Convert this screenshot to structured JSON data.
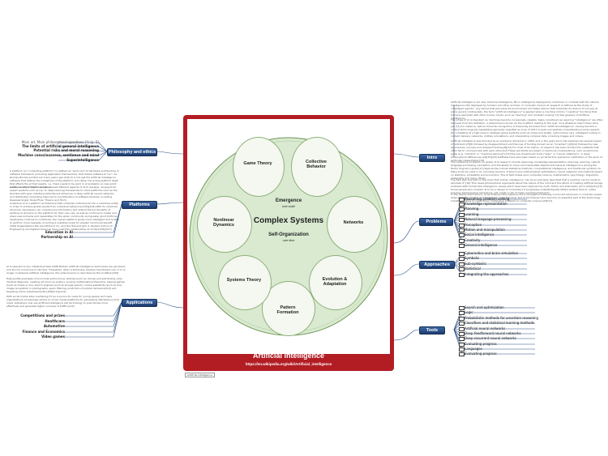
{
  "center": {
    "title": "Artificial intelligence",
    "url": "https://en.wikipedia.org/wiki/Artificial_intelligence",
    "credit": "Artificial intelligence",
    "diagram": {
      "main": "Complex Systems",
      "emergence": "Emergence",
      "emergence_sub": "over scale",
      "selforg": "Self-Organization",
      "selforg_sub": "over time",
      "petals": [
        "Game Theory",
        "Collective Behavior",
        "Networks",
        "Evolution & Adaptation",
        "Pattern Formation",
        "Systems Theory",
        "Nonlinear Dynamics"
      ]
    }
  },
  "nodes": {
    "philosophy": "Philosophy and ethics",
    "platforms": "Platforms",
    "applications": "Applications",
    "intro": "Intro",
    "problems": "Problems",
    "approaches": "Approaches",
    "tools": "Tools"
  },
  "philosophy_items": [
    "Main art. Main philosophical questions (?) (p. 5)",
    "The limits of artificial general intelligence",
    "Potential risks and moral reasoning",
    "Machine consciousness, sentience and mind",
    "Superintelligence"
  ],
  "platforms_text": [
    "A platform (or \"computing platform\") is defined as \"some sort of hardware architecture or software framework (including application frameworks), that allows software to run\". As Rodney Brooks pointed out many years ago [101] it is not just the artificial intelligence software that defines the AI features of the platform, but rather the actual platform itself that affects the AI that results, i.e., there needs to be work in AI problems on real-world platforms rather than in isolation.",
    "A wide variety of platforms has allowed different aspects of AI to develop, ranging from expert systems such as Cyc to deep-learning frameworks to robot platforms such as the Roomba with open interface.[102] Recent advances in deep artificial neural networks and distributed computing have led to a proliferation of software libraries, including Deeplearning4j, TensorFlow, Theano and Torch.",
    "Collective AI is a platform architecture that combines individual AI into a collective entity, in order to achieve global results from individual behaviors.[103][104] With its collective structure, developers can crowdsource information and extend the functionality of existing AI domains on the platform for their own use, as well as continue to create and share new domains and capabilities for the wider community and greater good.[105] As developers continue to contribute, the overall platform grows more intelligent and is able to perform more requests, providing a scalable model for greater communal benefit.[106] Organizations like SoundHound Inc. and the Harvard John A. Paulson School of Engineering and Applied Sciences have used this collaborative AI model.[104][107]"
  ],
  "platforms_items": [
    "Education in AI",
    "Partnership on AI"
  ],
  "applications_text": [
    "AI is relevant to any intellectual task.[108] Modern artificial intelligence techniques are pervasive and are too numerous to list here. Frequently, when a technique reaches mainstream use, it is no longer considered artificial intelligence; this phenomenon is described as the AI effect.[109]",
    "High-profile examples of AI include autonomous vehicles (such as drones and self-driving cars), medical diagnosis, creating art (such as poetry), proving mathematical theorems, playing games (such as Chess or Go), search engines (such as Google search), online assistants (such as Siri), image recognition in photographs, spam filtering, prediction of judicial decisions[110] and targeting online advertisements.[108][111][112]",
    "With social media sites overtaking TV as a source for news for young people and news organizations increasingly reliant on social media platforms for generating distribution,[113] major publishers now use artificial intelligence (AI) technology to post stories more effectively and generate higher volumes of traffic.[114]"
  ],
  "applications_items": [
    "Competitions and prizes",
    "Healthcare",
    "Automotive",
    "Finance and Economics",
    "Video games"
  ],
  "intro_text": [
    "Artificial intelligence (AI, also machine intelligence, MI) is intelligence displayed by machines, in contrast with the natural intelligence (NI) displayed by humans and other animals. In computer science AI research is defined as the study of \"intelligent agents\": any device that perceives its environment and takes actions that maximize its chance of success at some goal.[1] Colloquially, the term \"artificial intelligence\" is applied when a machine mimics \"cognitive\" functions that humans associate with other human minds, such as \"learning\" and \"problem solving\".[2] See glossary of artificial intelligence.",
    "The scope of AI is disputed: as machines become increasingly capable, tasks considered as requiring \"intelligence\" are often removed from the definition, a phenomenon known as the AI effect, leading to the quip \"AI is whatever hasn't been done yet.\"[3] For instance, optical character recognition is frequently excluded from \"artificial intelligence\", having become a routine technology.[4] Capabilities generally classified as AI as of 2017 include successfully understanding human speech,[5] competing at a high level in strategic game systems (such as chess and Go[6]), autonomous cars, intelligent routing in content delivery networks, military simulations, and interpreting complex data, including images and videos.",
    "Artificial intelligence was founded as an academic discipline in 1956, and in the years since has experienced several waves of optimism,[7][8] followed by disappointment and the loss of funding (known as an \"AI winter\"),[9][10] followed by new approaches, success and renewed funding.[8][11] For most of its history, AI research has been divided into subfields that often fail to communicate with each other.[12] These sub-fields are based on technical considerations, such as particular goals (e.g. \"robotics\" or \"machine learning\"),[13] the use of particular tools (\"logic\" or \"neural networks\"), or deep philosophical differences.[14][15][16] Subfields have also been based on social factors (particular institutions or the work of particular researchers).[12]",
    "The traditional problems (or goals) of AI research include reasoning, knowledge representation, planning, learning, natural language processing, perception and the ability to move and manipulate objects.[13] General intelligence is among the field's long-term goals.[17] Approaches include statistical methods, computational intelligence, and traditional symbolic AI. Many tools are used in AI, including versions of search and mathematical optimization, neural networks and methods based on statistics, probability and economics. The AI field draws upon computer science, mathematics, psychology, linguistics, philosophy and many others.",
    "The field was founded on the claim that human intelligence \"can be so precisely described that a machine can be made to simulate it\".[18] This raises philosophical arguments about the nature of the mind and the ethics of creating artificial beings endowed with human-like intelligence, issues which have been explored by myth, fiction and philosophy since antiquity.[19] Some people also consider AI to be a danger to humanity if it progresses unabatedly.[20] Others believe that AI, unlike previous technological revolutions, will create a risk of mass unemployment.[21]",
    "In the twenty-first century, AI techniques have experienced a resurgence following concurrent advances in computer power, large amounts of data, and theoretical understanding; and AI techniques have become an essential part of the technology industry, helping to solve many challenging problems in computer science.[22][11]"
  ],
  "problems_items": [
    "Reasoning, problem solving",
    "Knowledge representation",
    "Planning",
    "Learning",
    "Natural language processing",
    "Perception",
    "Motion and manipulation",
    "Social intelligence",
    "Creativity",
    "General intelligence"
  ],
  "approaches_items": [
    "Cybernetics and brain simulation",
    "Symbolic",
    "Sub-symbolic",
    "Statistical",
    "Integrating the approaches"
  ],
  "tools_items": [
    "Search and optimization",
    "Logic",
    "Probabilistic methods for uncertain reasoning",
    "Classifiers and statistical learning methods",
    "Artificial neural networks",
    "Deep feedforward neural networks",
    "Deep recurrent neural networks",
    "Evaluating progress",
    "Languages",
    "Evaluating progress"
  ]
}
